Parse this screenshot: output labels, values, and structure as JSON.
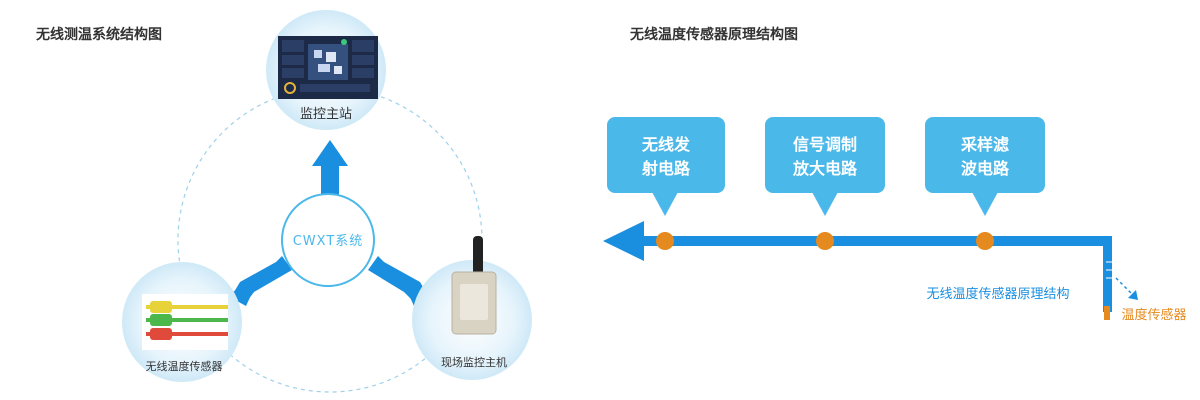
{
  "left": {
    "title": "无线测温系统结构图",
    "center_label": "CWXT系统",
    "nodes": {
      "top": "监控主站",
      "left": "无线温度传感器",
      "right": "现场监控主机"
    }
  },
  "right": {
    "title": "无线温度传感器原理结构图",
    "boxes": [
      {
        "line1": "无线发",
        "line2": "射电路"
      },
      {
        "line1": "信号调制",
        "line2": "放大电路"
      },
      {
        "line1": "采样滤",
        "line2": "波电路"
      }
    ],
    "structure_label": "无线温度传感器原理结构",
    "sensor_label": "温度传感器"
  },
  "colors": {
    "accent": "#1a8fe0",
    "box": "#4bb8ea",
    "node": "#e58a1f",
    "circle_bg": "#e3f3fb",
    "dash": "#9ed0ea"
  }
}
